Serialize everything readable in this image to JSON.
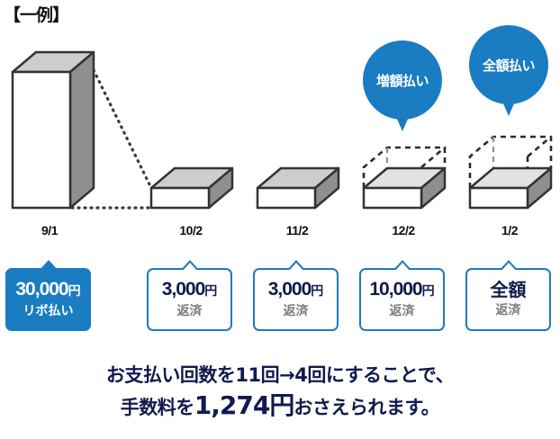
{
  "title": "【一例】",
  "colors": {
    "accent_blue": "#1a7cc1",
    "navy_text": "#111a4d",
    "gray_text": "#7b7b83",
    "bar_outline": "#333333",
    "bar_top": "#cdcdcd",
    "bar_side": "#8f8f8f",
    "bar_front": "#ffffff"
  },
  "chart_data": {
    "type": "bar",
    "title": "【一例】",
    "xlabel": "",
    "ylabel": "",
    "categories": [
      "9/1",
      "10/2",
      "11/2",
      "12/2",
      "1/2"
    ],
    "values": [
      30000,
      3000,
      3000,
      10000,
      14000
    ],
    "value_labels": [
      "30,000円",
      "3,000円",
      "3,000円",
      "10,000円",
      "全額"
    ],
    "ghost_values": [
      null,
      null,
      null,
      10000,
      14000
    ],
    "notes": "3D isometric blocks; bars 4 and 5 show dashed wireframe extensions above a solid slab indicating the increased/full payment amounts. A dotted leader line connects the top of bar 1 to the top of bar 2.",
    "grid": false,
    "legend": "none"
  },
  "bubbles": [
    {
      "label": "増額払い",
      "target_index": 3
    },
    {
      "label": "全額払い",
      "target_index": 4
    }
  ],
  "callouts": [
    {
      "amount": "30,000",
      "yen": "円",
      "sub": "リボ払い",
      "filled": true,
      "jp_amount": false
    },
    {
      "amount": "3,000",
      "yen": "円",
      "sub": "返済",
      "filled": false,
      "jp_amount": false
    },
    {
      "amount": "3,000",
      "yen": "円",
      "sub": "返済",
      "filled": false,
      "jp_amount": false
    },
    {
      "amount": "10,000",
      "yen": "円",
      "sub": "返済",
      "filled": false,
      "jp_amount": false
    },
    {
      "amount": "全額",
      "yen": "",
      "sub": "返済",
      "filled": false,
      "jp_amount": true
    }
  ],
  "footer": {
    "line1": "お支払い回数を11回→4回にすることで、",
    "line2_pre": "手数料を",
    "line2_big": "1,274円",
    "line2_post": "おさえられます。"
  }
}
